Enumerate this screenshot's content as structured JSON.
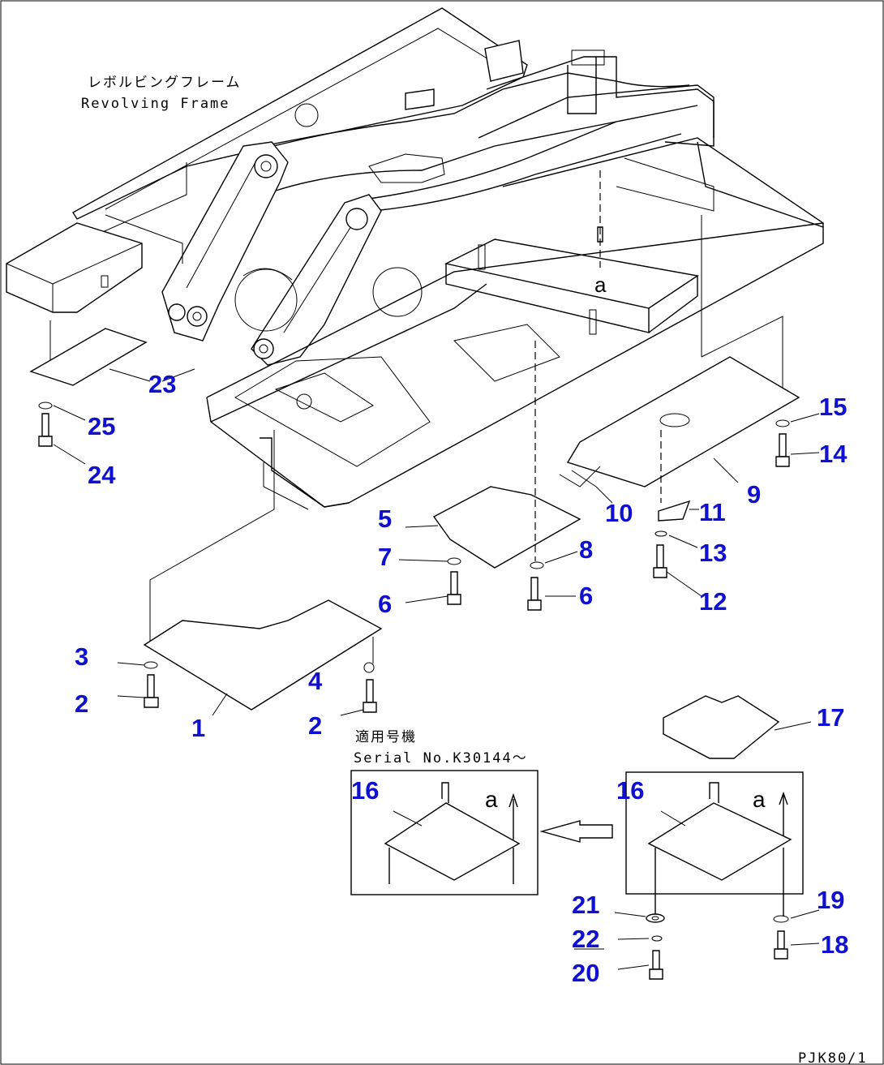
{
  "frame_label": {
    "jp": "レボルビングフレーム",
    "en": "Revolving Frame"
  },
  "serial_note": {
    "jp": "適用号機",
    "en": "Serial No.K30144～"
  },
  "view_marker": "a",
  "footer_code": "PJK80/1",
  "part_numbers": [
    "1",
    "2",
    "2",
    "3",
    "4",
    "5",
    "6",
    "6",
    "7",
    "8",
    "9",
    "10",
    "11",
    "12",
    "13",
    "14",
    "15",
    "16",
    "16",
    "17",
    "18",
    "19",
    "20",
    "21",
    "22",
    "23",
    "24",
    "25"
  ],
  "colors": {
    "callout": "#1010d0",
    "line": "#000000",
    "background": "#ffffff"
  }
}
